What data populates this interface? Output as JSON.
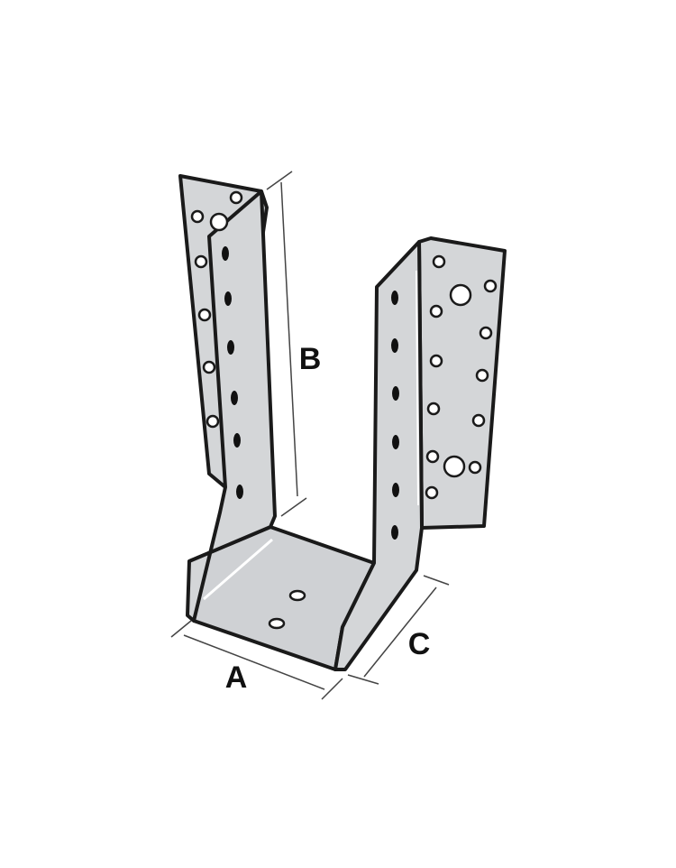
{
  "dimensions": {
    "width_label": "A",
    "height_label": "B",
    "depth_label": "C"
  },
  "colors": {
    "metal_face": "#d4d6d8",
    "metal_dark": "#c2c5c8",
    "outline": "#1a1a1a",
    "hole": "#ffffff",
    "hole_dark": "#111111",
    "dim_line": "#444444"
  },
  "icons": [
    "joist-hanger-drawing"
  ]
}
